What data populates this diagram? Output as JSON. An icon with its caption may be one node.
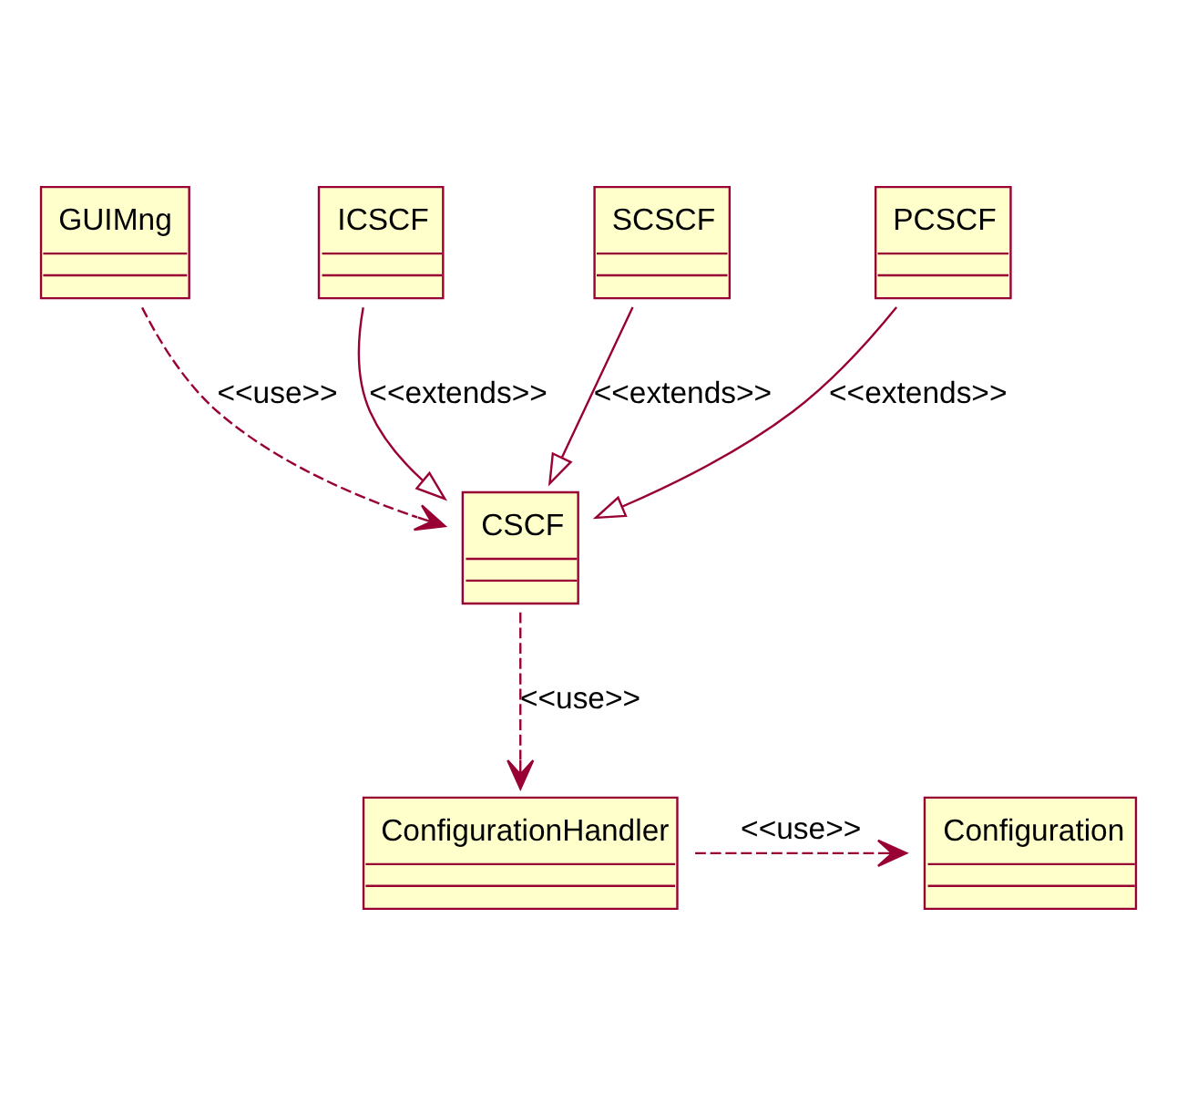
{
  "diagram": {
    "nodes": [
      {
        "text": [
          "GUIMng"
        ]
      },
      {
        "text": [
          "ICSCF"
        ]
      },
      {
        "text": [
          "CSCF"
        ]
      },
      {
        "text": [
          "SCSCF"
        ]
      },
      {
        "text": [
          "PCSCF"
        ]
      },
      {
        "text": [
          "ConfigurationHandler"
        ]
      },
      {
        "text": [
          "Configuration"
        ]
      }
    ],
    "edges": [
      {
        "from": 0,
        "to": 2,
        "arrow": "to",
        "label": "<<use>>",
        "style": "dashed"
      },
      {
        "from": 1,
        "to": 2,
        "arrow": "to",
        "label": "<<extends>>"
      },
      {
        "from": 3,
        "to": 2,
        "arrow": "to",
        "label": "<<extends>>"
      },
      {
        "from": 4,
        "to": 2,
        "arrow": "to",
        "label": "<<extends>>"
      },
      {
        "from": 2,
        "to": 5,
        "arrow": "to",
        "label": "<<use>>",
        "style": "dashed"
      },
      {
        "from": 5,
        "to": 6,
        "arrow": "to",
        "label": "<<use>>",
        "style": "dashed"
      }
    ]
  }
}
